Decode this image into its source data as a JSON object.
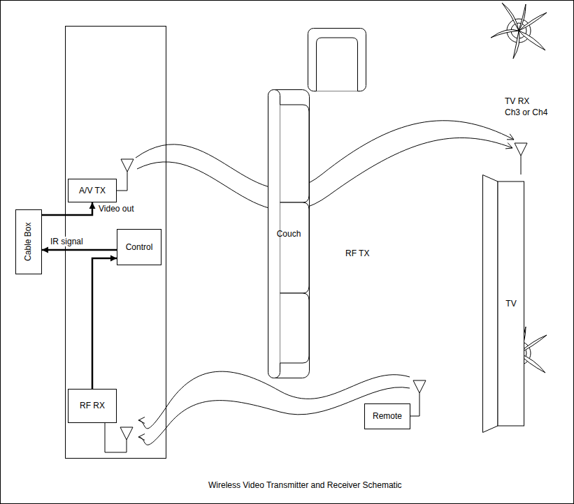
{
  "diagram": {
    "caption": "Wireless Video Transmitter and Receiver Schematic",
    "nodes": [
      {
        "text": [
          "Cable Box"
        ]
      },
      {
        "text": [
          "A/V TX"
        ]
      },
      {
        "text": [
          "Control"
        ]
      },
      {
        "text": [
          "RF RX"
        ]
      },
      {
        "text": [
          "Couch"
        ]
      },
      {
        "text": [
          "Remote"
        ]
      },
      {
        "text": [
          "TV"
        ]
      }
    ],
    "edges": [
      {
        "from": 0,
        "to": 1,
        "arrow": "to",
        "label": "Video out"
      },
      {
        "from": 2,
        "to": 0,
        "arrow": "to",
        "label": "IR signal"
      },
      {
        "from": 3,
        "to": 2,
        "arrow": "to"
      },
      {
        "from": 1,
        "to": 6,
        "arrow": "to"
      },
      {
        "from": 5,
        "to": 3,
        "arrow": "to"
      }
    ],
    "labels": [
      "TV RX",
      "Ch3 or Ch4",
      "RF TX"
    ]
  }
}
